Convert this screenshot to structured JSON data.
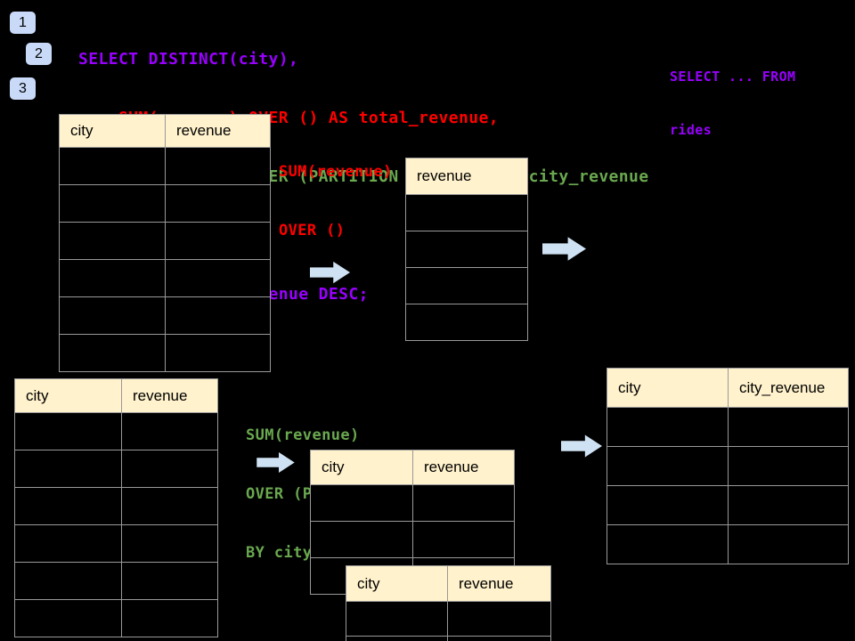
{
  "badges": [
    "1",
    "2",
    "3"
  ],
  "sql": {
    "lines": [
      {
        "text": "SELECT DISTINCT(city),",
        "color": "purple"
      },
      {
        "text": "    SUM(revenue) OVER () AS total_revenue,",
        "color": "red"
      },
      {
        "text": "    SUM(revenue) OVER (PARTITION BY city) as city_revenue",
        "color": "green"
      },
      {
        "text": "  FROM rides",
        "color": "purple"
      },
      {
        "text": "  ORDER by city_revenue DESC;",
        "color": "purple"
      }
    ]
  },
  "side_note": {
    "lines": [
      "SELECT ... FROM",
      "rides"
    ],
    "color": "purple"
  },
  "annotations": {
    "total": {
      "lines": [
        "SUM(revenue)",
        "OVER ()"
      ],
      "color": "red"
    },
    "partition": {
      "lines": [
        "SUM(revenue)",
        "OVER (PARTITION",
        "BY city)"
      ],
      "color": "green"
    }
  },
  "tables": {
    "source_top": {
      "headers": [
        "city",
        "revenue"
      ],
      "rows": 6
    },
    "total_result": {
      "headers": [
        "revenue"
      ],
      "rows": 4
    },
    "source_bottom": {
      "headers": [
        "city",
        "revenue"
      ],
      "rows": 6
    },
    "partition_group_1": {
      "headers": [
        "city",
        "revenue"
      ],
      "rows": 3
    },
    "partition_group_2": {
      "headers": [
        "city",
        "revenue"
      ],
      "rows": 2
    },
    "partition_result": {
      "headers": [
        "city",
        "city_revenue"
      ],
      "rows": 4
    }
  },
  "icons": {
    "flow_arrow": "right-arrow"
  },
  "colors": {
    "purple": "#9900FF",
    "red": "#FF0000",
    "green": "#6AA84F",
    "table_header_bg": "#FFF2CC",
    "table_border": "#999999",
    "badge_bg": "#C9DAF8",
    "arrow_fill": "#CFE2F3",
    "background": "#000000"
  }
}
